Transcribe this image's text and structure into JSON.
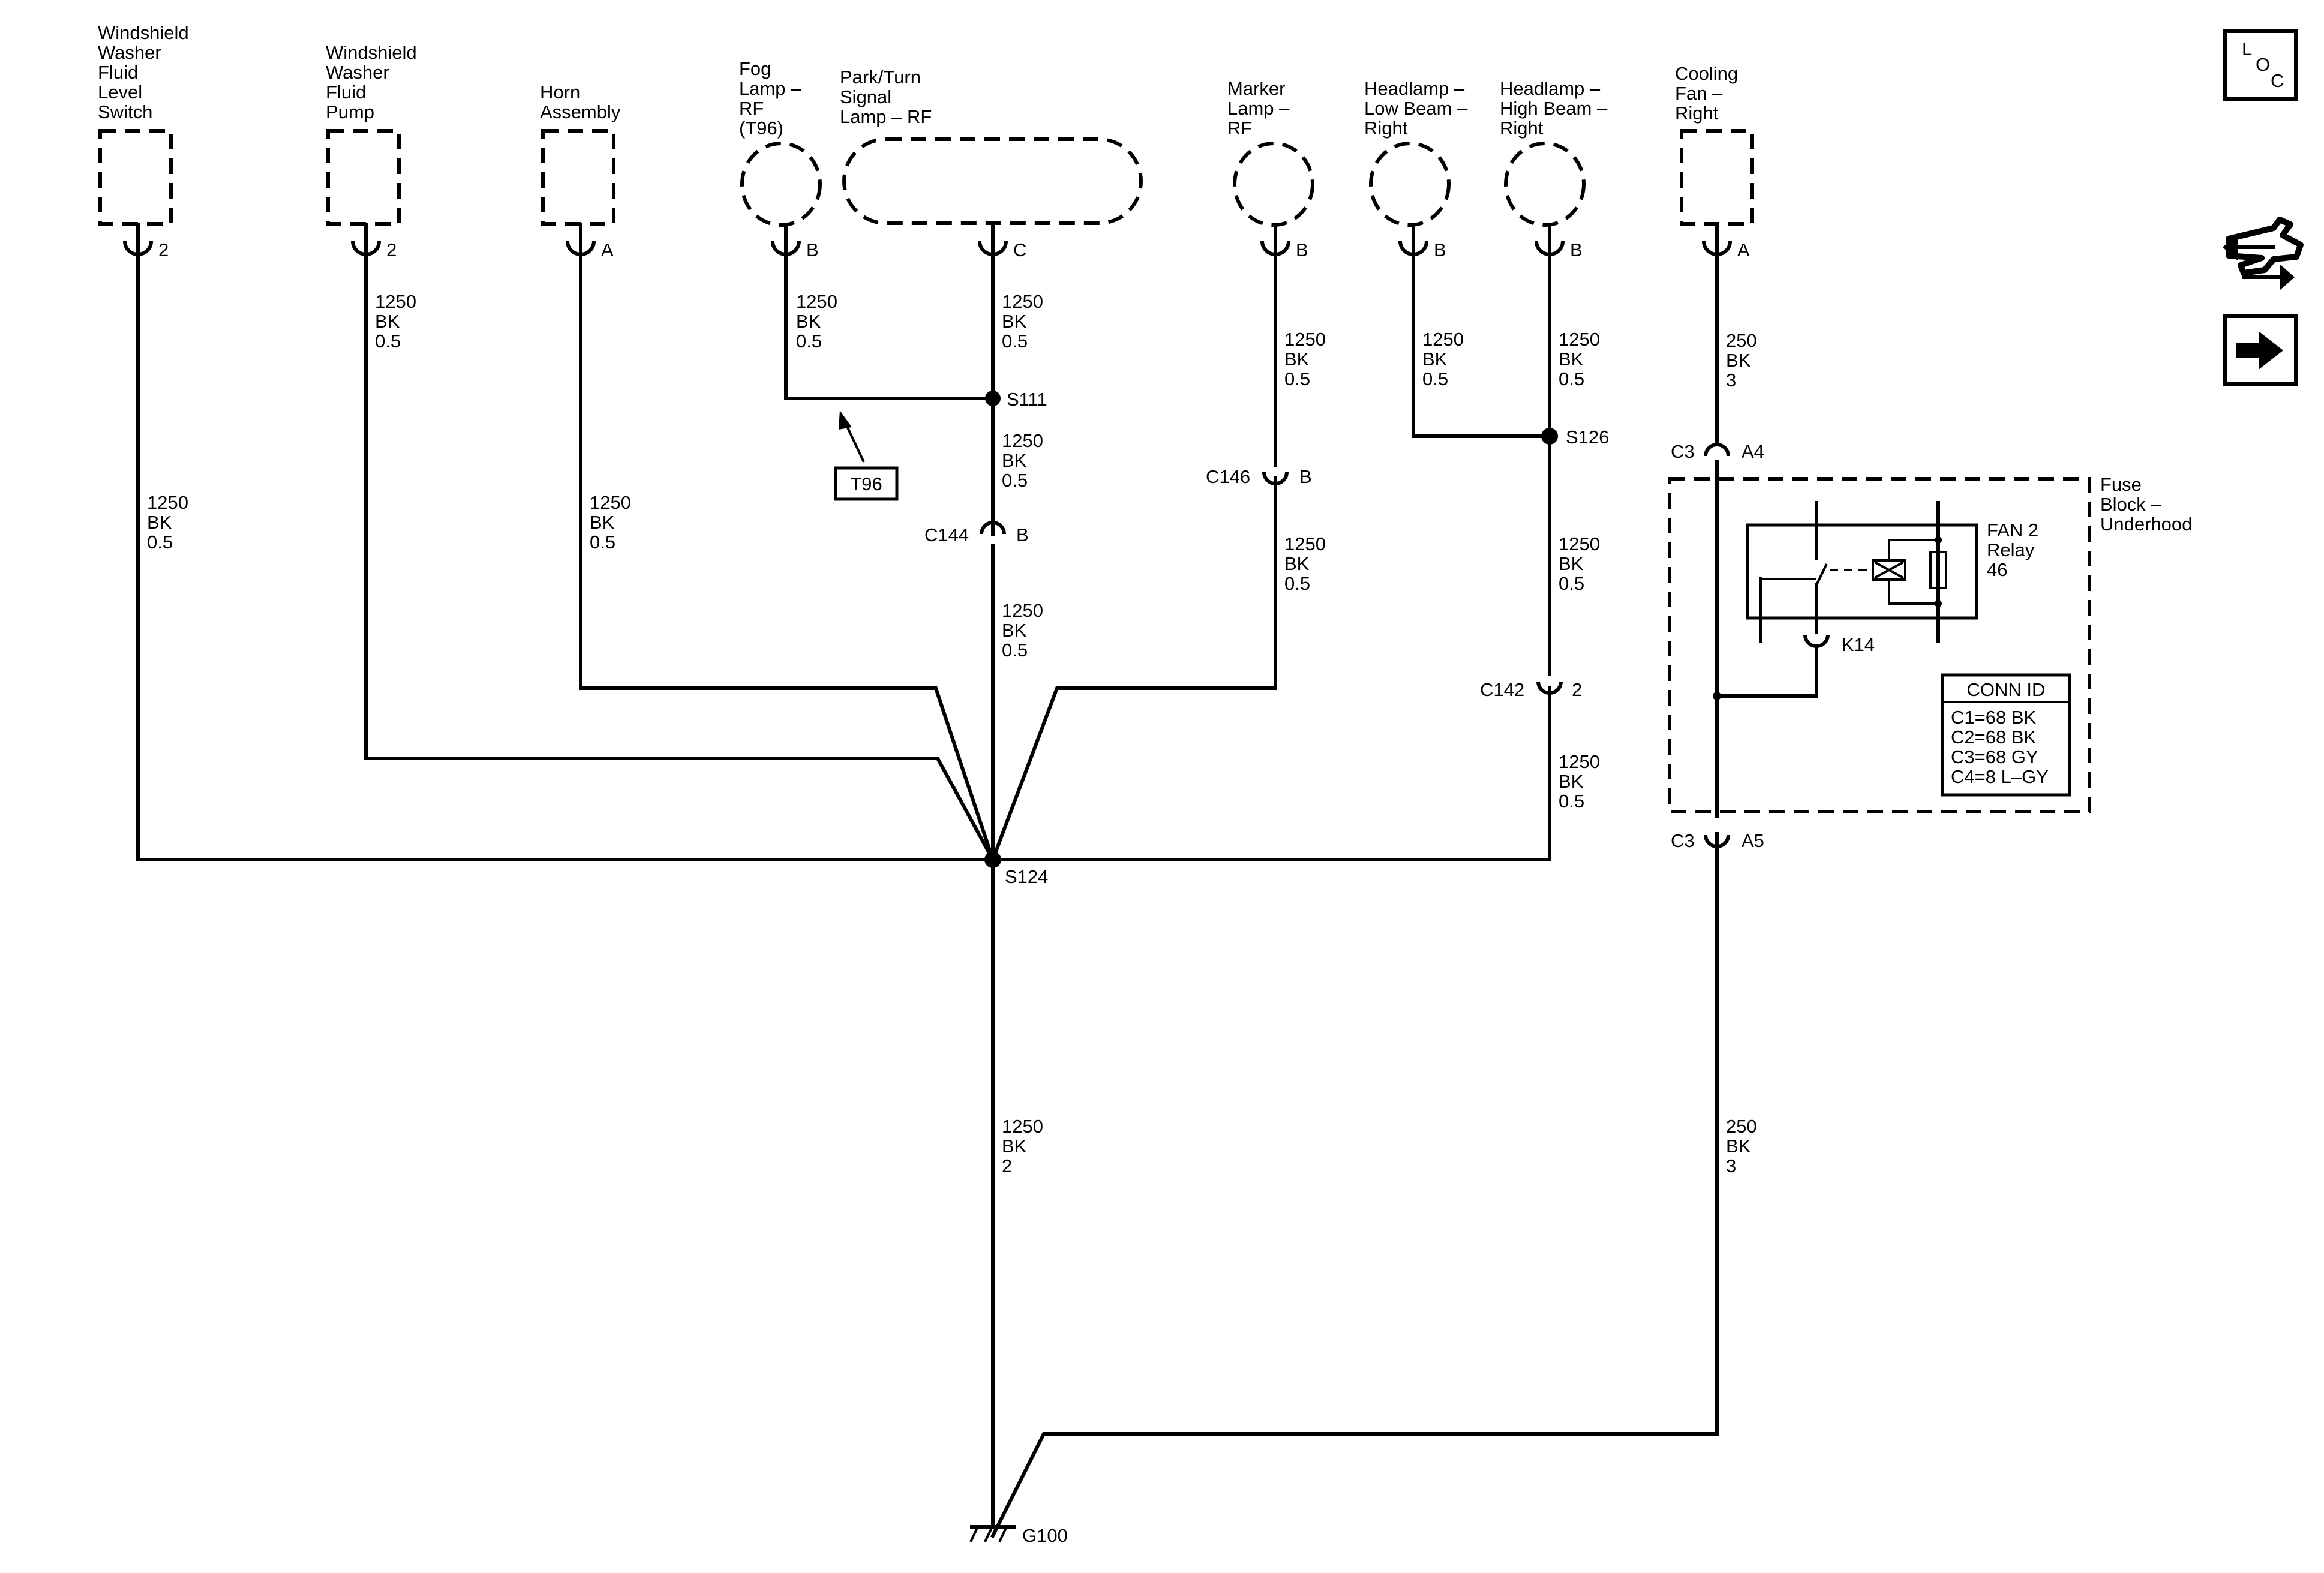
{
  "components": [
    {
      "id": "washer-level",
      "label": [
        "Windshield",
        "Washer",
        "Fluid",
        "Level",
        "Switch"
      ],
      "pin": "2"
    },
    {
      "id": "washer-pump",
      "label": [
        "Windshield",
        "Washer",
        "Fluid",
        "Pump"
      ],
      "pin": "2"
    },
    {
      "id": "horn",
      "label": [
        "Horn",
        "Assembly"
      ],
      "pin": "A"
    },
    {
      "id": "fog-lamp",
      "label": [
        "Fog",
        "Lamp –",
        "RF",
        "(T96)"
      ],
      "pin": "B"
    },
    {
      "id": "park-turn",
      "label": [
        "Park/Turn",
        "Signal",
        "Lamp – RF"
      ],
      "pin": "C"
    },
    {
      "id": "marker-lamp",
      "label": [
        "Marker",
        "Lamp –",
        "RF"
      ],
      "pin": "B"
    },
    {
      "id": "headlamp-low",
      "label": [
        "Headlamp –",
        "Low Beam –",
        "Right"
      ],
      "pin": "B"
    },
    {
      "id": "headlamp-high",
      "label": [
        "Headlamp –",
        "High Beam –",
        "Right"
      ],
      "pin": "B"
    },
    {
      "id": "cooling-fan",
      "label": [
        "Cooling",
        "Fan –",
        "Right"
      ],
      "pin": "A"
    }
  ],
  "wires": [
    {
      "id": "washer-level",
      "text": [
        "1250",
        "BK",
        "0.5"
      ]
    },
    {
      "id": "washer-pump",
      "text": [
        "1250",
        "BK",
        "0.5"
      ]
    },
    {
      "id": "horn",
      "text": [
        "1250",
        "BK",
        "0.5"
      ]
    },
    {
      "id": "fog",
      "text": [
        "1250",
        "BK",
        "0.5"
      ]
    },
    {
      "id": "park-upper",
      "text": [
        "1250",
        "BK",
        "0.5"
      ]
    },
    {
      "id": "park-mid",
      "text": [
        "1250",
        "BK",
        "0.5"
      ]
    },
    {
      "id": "park-lower",
      "text": [
        "1250",
        "BK",
        "0.5"
      ]
    },
    {
      "id": "marker-upper",
      "text": [
        "1250",
        "BK",
        "0.5"
      ]
    },
    {
      "id": "marker-lower",
      "text": [
        "1250",
        "BK",
        "0.5"
      ]
    },
    {
      "id": "low-beam",
      "text": [
        "1250",
        "BK",
        "0.5"
      ]
    },
    {
      "id": "high-beam",
      "text": [
        "1250",
        "BK",
        "0.5"
      ]
    },
    {
      "id": "s126-mid",
      "text": [
        "1250",
        "BK",
        "0.5"
      ]
    },
    {
      "id": "s126-lower",
      "text": [
        "1250",
        "BK",
        "0.5"
      ]
    },
    {
      "id": "fan-upper",
      "text": [
        "250",
        "BK",
        "3"
      ]
    },
    {
      "id": "ground-main",
      "text": [
        "1250",
        "BK",
        "2"
      ]
    },
    {
      "id": "fan-lower",
      "text": [
        "250",
        "BK",
        "3"
      ]
    }
  ],
  "splices": {
    "s111": "S111",
    "s124": "S124",
    "s126": "S126"
  },
  "connectors": {
    "c144": {
      "name": "C144",
      "pin": "B"
    },
    "c146": {
      "name": "C146",
      "pin": "B"
    },
    "c142": {
      "name": "C142",
      "pin": "2"
    },
    "c3_top": {
      "name": "C3",
      "pin": "A4"
    },
    "c3_bottom": {
      "name": "C3",
      "pin": "A5"
    },
    "k14": "K14"
  },
  "ground": "G100",
  "t96_callout": "T96",
  "fuse_block": {
    "label": [
      "Fuse",
      "Block –",
      "Underhood"
    ]
  },
  "relay": {
    "label": [
      "FAN 2",
      "Relay",
      "46"
    ]
  },
  "conn_id": {
    "title": "CONN ID",
    "rows": [
      "C1=68 BK",
      "C2=68 BK",
      "C3=68 GY",
      "C4=8 L–GY"
    ]
  },
  "loc_icon": {
    "letters": [
      "L",
      "O",
      "C"
    ]
  },
  "icons": [
    "loc-icon",
    "harness-icon",
    "next-arrow-icon"
  ]
}
